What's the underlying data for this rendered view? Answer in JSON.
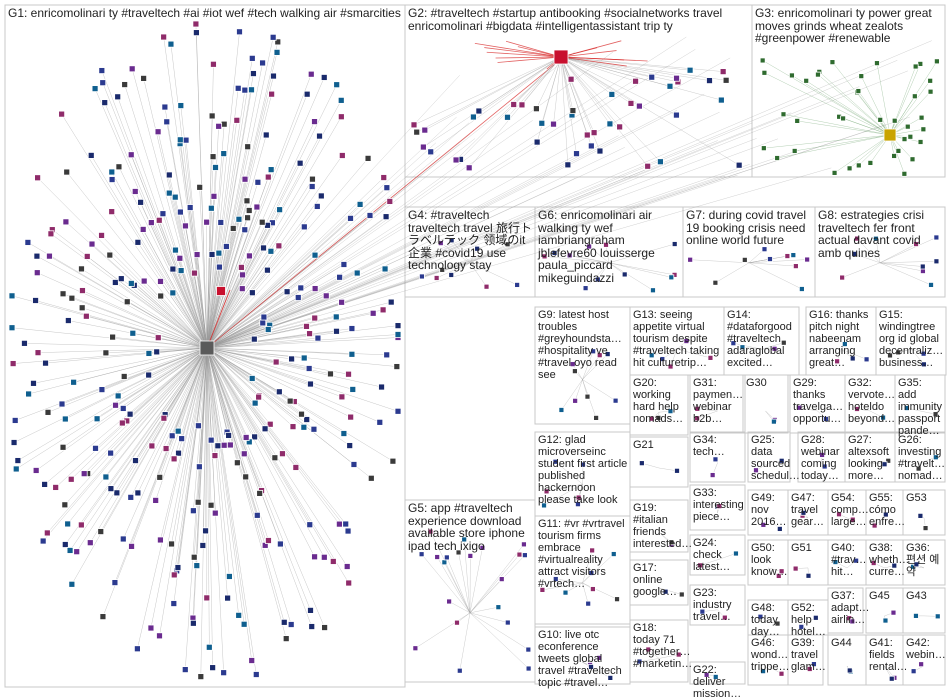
{
  "groups": [
    {
      "id": "G1",
      "label": "G1: enricomolinari ty #traveltech #ai #iot wef #tech walking air #smarcities"
    },
    {
      "id": "G2",
      "label": "G2: #traveltech #startup antibooking #socialnetworks travel enricomolinari #bigdata #intelligentassistant trip ty"
    },
    {
      "id": "G3",
      "label": "G3: enricomolinari ty power great moves grinds wheat zealots #greenpower #renewable"
    },
    {
      "id": "G4",
      "label": "G4: #traveltech traveltech travel 旅行ト ラベルテック 领域のit企業 #covid19 use technology stay"
    },
    {
      "id": "G5",
      "label": "G5: app #traveltech experience download available store iphone ipad tech ixigo"
    },
    {
      "id": "G6",
      "label": "G6: enricomolinari air walking ty wef iambriangraham jblefevre60 louisserge paula_piccard mikeguindazzi"
    },
    {
      "id": "G7",
      "label": "G7: during covid travel 19 booking crisis need online world future"
    },
    {
      "id": "G8",
      "label": "G8: estrategies crisi traveltech fer front actual davant covid amb quines"
    },
    {
      "id": "G9",
      "label": "G9: latest host troubles #greyhoundsta… #hospitality ve #travel oyo read see"
    },
    {
      "id": "G10",
      "label": "G10: live otc econference tweets global travel #traveltech topic #travel…"
    },
    {
      "id": "G11",
      "label": "G11: #vr #vrtravel tourism firms embrace #virtualreality attract visitors #vrtech…"
    },
    {
      "id": "G12",
      "label": "G12: glad microverseinc student first article published hackernoon please take look"
    },
    {
      "id": "G13",
      "label": "G13: seeing appetite virtual tourism despite #traveltech taking hit culturetrip…"
    },
    {
      "id": "G14",
      "label": "G14: #dataforgood #traveltech adaraglobal excited…"
    },
    {
      "id": "G15",
      "label": "G15: windingtree org id global decentraliz… business…"
    },
    {
      "id": "G16",
      "label": "G16: thanks pitch night nabeenam arranging great…"
    },
    {
      "id": "G17",
      "label": "G17: online google…"
    },
    {
      "id": "G18",
      "label": "G18: today 71 #together… #marketin…"
    },
    {
      "id": "G19",
      "label": "G19: #italian friends interested…"
    },
    {
      "id": "G20",
      "label": "G20: working hard help nomads…"
    },
    {
      "id": "G21",
      "label": "G21"
    },
    {
      "id": "G22",
      "label": "G22: deliver mission…"
    },
    {
      "id": "G23",
      "label": "G23: industry travel…"
    },
    {
      "id": "G24",
      "label": "G24: check latest…"
    },
    {
      "id": "G25",
      "label": "G25: data sourced schedul…"
    },
    {
      "id": "G26",
      "label": "G26: investing #travelt… nomad…"
    },
    {
      "id": "G27",
      "label": "G27: altexsoft looking more…"
    },
    {
      "id": "G28",
      "label": "G28: webinar coming today…"
    },
    {
      "id": "G29",
      "label": "G29: thanks travelga… opportu…"
    },
    {
      "id": "G30",
      "label": "G30"
    },
    {
      "id": "G31",
      "label": "G31: paymen… webinar b2b…"
    },
    {
      "id": "G32",
      "label": "G32: vervote… hoteldo beyond…"
    },
    {
      "id": "G33",
      "label": "G33: interesting piece…"
    },
    {
      "id": "G34",
      "label": "G34: tech…"
    },
    {
      "id": "G35",
      "label": "G35: add immunity passport pande…"
    },
    {
      "id": "G36",
      "label": "G36: 편션 예약"
    },
    {
      "id": "G37",
      "label": "G37: adapt… airlin…"
    },
    {
      "id": "G38",
      "label": "G38: wheth… curre…"
    },
    {
      "id": "G39",
      "label": "G39: travel glam…"
    },
    {
      "id": "G40",
      "label": "G40: #trav… hit…"
    },
    {
      "id": "G41",
      "label": "G41: fields rental…"
    },
    {
      "id": "G42",
      "label": "G42: webin…"
    },
    {
      "id": "G43",
      "label": "G43"
    },
    {
      "id": "G44",
      "label": "G44"
    },
    {
      "id": "G45",
      "label": "G45"
    },
    {
      "id": "G46",
      "label": "G46: wond… trippe…"
    },
    {
      "id": "G47",
      "label": "G47: travel gear…"
    },
    {
      "id": "G48",
      "label": "G48: today day…"
    },
    {
      "id": "G49",
      "label": "G49: nov 2016…"
    },
    {
      "id": "G50",
      "label": "G50: look know…"
    },
    {
      "id": "G51",
      "label": "G51"
    },
    {
      "id": "G52",
      "label": "G52: help hotel…"
    },
    {
      "id": "G53",
      "label": "G53"
    },
    {
      "id": "G54",
      "label": "G54: comp… large…"
    },
    {
      "id": "G55",
      "label": "G55: cómo enfre…"
    }
  ],
  "hub_labels": {
    "g1_hub": "enricomolinari",
    "g2_hub": "enricomolinari"
  },
  "colors": {
    "edge": "#9a9a9a",
    "frame": "#c8c8c8",
    "highlight_edge": "#d62020",
    "node_dark": "#1a2a6c",
    "node_red": "#c8102e"
  }
}
